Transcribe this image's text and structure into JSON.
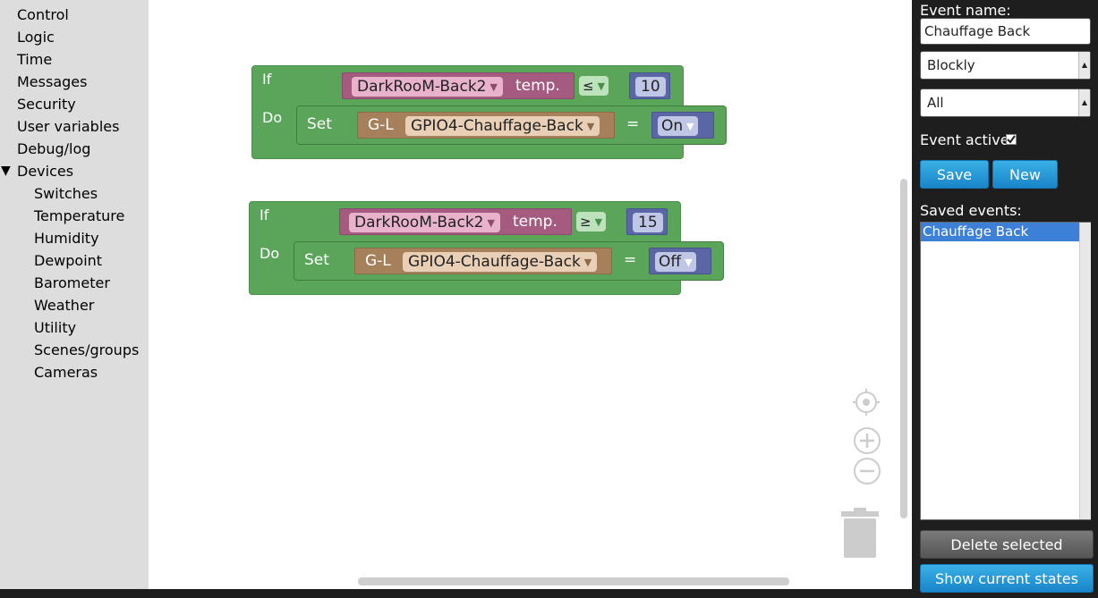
{
  "toolbox": {
    "items": [
      {
        "label": "Control"
      },
      {
        "label": "Logic"
      },
      {
        "label": "Time"
      },
      {
        "label": "Messages"
      },
      {
        "label": "Security"
      },
      {
        "label": "User variables"
      },
      {
        "label": "Debug/log"
      },
      {
        "label": "Devices"
      }
    ],
    "devices_arrow": "▼",
    "device_children": [
      {
        "label": "Switches"
      },
      {
        "label": "Temperature"
      },
      {
        "label": "Humidity"
      },
      {
        "label": "Dewpoint"
      },
      {
        "label": "Barometer"
      },
      {
        "label": "Weather"
      },
      {
        "label": "Utility"
      },
      {
        "label": "Scenes/groups"
      },
      {
        "label": "Cameras"
      }
    ]
  },
  "workspace": {
    "blocks": [
      {
        "if_label": "If",
        "do_label": "Do",
        "device": "DarkRooM-Back2",
        "sensor": "temp.",
        "operator": "≤",
        "value": "10",
        "set_label": "Set",
        "gl_label": "G-L",
        "target": "GPIO4-Chauffage-Back",
        "equals": "=",
        "state": "On"
      },
      {
        "if_label": "If",
        "do_label": "Do",
        "device": "DarkRooM-Back2",
        "sensor": "temp.",
        "operator": "≥",
        "value": "15",
        "set_label": "Set",
        "gl_label": "G-L",
        "target": "GPIO4-Chauffage-Back",
        "equals": "=",
        "state": "Off"
      }
    ],
    "dropdown_arrow": "▼"
  },
  "panel": {
    "event_name_label": "Event name:",
    "event_name_value": "Chauffage Back",
    "type_select": "Blockly",
    "filter_select": "All",
    "event_active_label": "Event active:",
    "event_active_checked": true,
    "save_label": "Save",
    "new_label": "New",
    "saved_events_label": "Saved events:",
    "saved_events": [
      "Chauffage Back"
    ],
    "delete_label": "Delete selected",
    "show_states_label": "Show current states"
  },
  "colors": {
    "logic_green": "#5ba55b",
    "device_pink": "#a55b80",
    "number_blue": "#5b67a5",
    "gl_brown": "#a5805b",
    "button_blue": "#2a9bdc"
  }
}
